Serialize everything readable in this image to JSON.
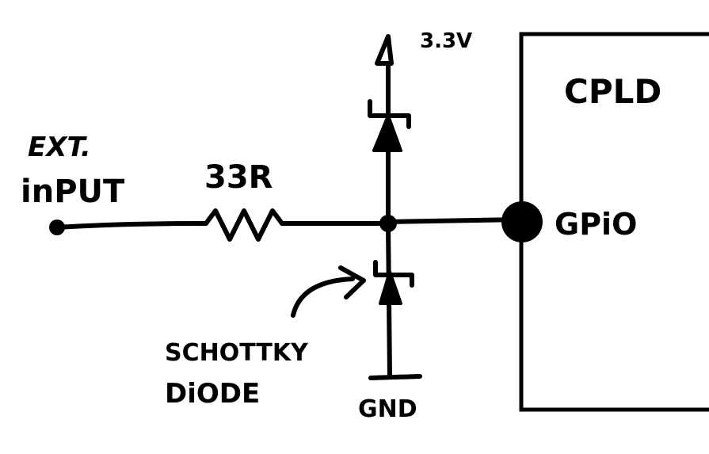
{
  "diagram": {
    "type": "schematic",
    "style": "hand-drawn",
    "labels": {
      "ext_input_line1": "EXT.",
      "ext_input_line2": "inPUT",
      "resistor": "33R",
      "supply": "3.3V",
      "ground": "GND",
      "diode_line1": "SCHOTTKY",
      "diode_line2": "DiODE",
      "chip": "CPLD",
      "pin": "GPiO"
    },
    "components": [
      {
        "kind": "terminal",
        "name": "external input"
      },
      {
        "kind": "resistor",
        "value": "33R"
      },
      {
        "kind": "schottky-diode",
        "connection": "junction to 3.3V (cathode to supply)"
      },
      {
        "kind": "schottky-diode",
        "connection": "GND to junction (cathode to junction)"
      },
      {
        "kind": "ic",
        "name": "CPLD",
        "pin": "GPIO"
      }
    ],
    "colors": {
      "ink": "#000000",
      "paper": "#ffffff"
    }
  }
}
